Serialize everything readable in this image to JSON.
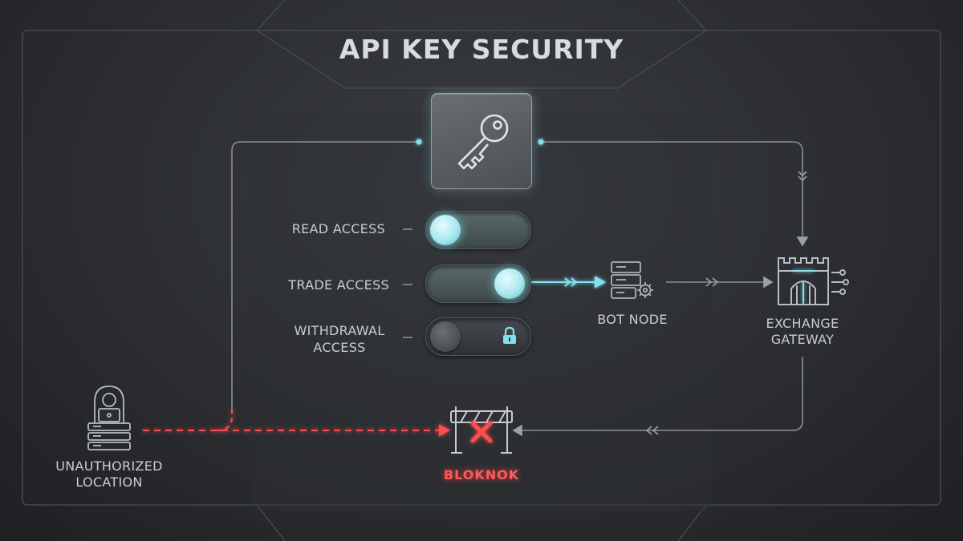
{
  "title": "API KEY SECURITY",
  "permissions": [
    {
      "label": "READ ACCESS",
      "state": "on",
      "enabled": true
    },
    {
      "label": "TRADE ACCESS",
      "state": "on",
      "enabled": true
    },
    {
      "label_line1": "WITHDRAWAL",
      "label_line2": "ACCESS",
      "state": "off",
      "locked": true
    }
  ],
  "nodes": {
    "bot_node": "BOT NODE",
    "exchange_line1": "EXCHANGE",
    "exchange_line2": "GATEWAY",
    "unauthorized_line1": "UNAUTHORIZED",
    "unauthorized_line2": "LOCATION",
    "blocked": "BLOKNOK"
  },
  "icons": {
    "key": "key-icon",
    "bot": "server-gear-icon",
    "exchange": "castle-gate-icon",
    "hacker": "hooded-hacker-icon",
    "barrier": "barrier-x-icon",
    "lock": "lock-icon"
  },
  "colors": {
    "accent": "#7fe3ee",
    "blocked": "#ff4d4d",
    "line": "#8a8f95"
  }
}
